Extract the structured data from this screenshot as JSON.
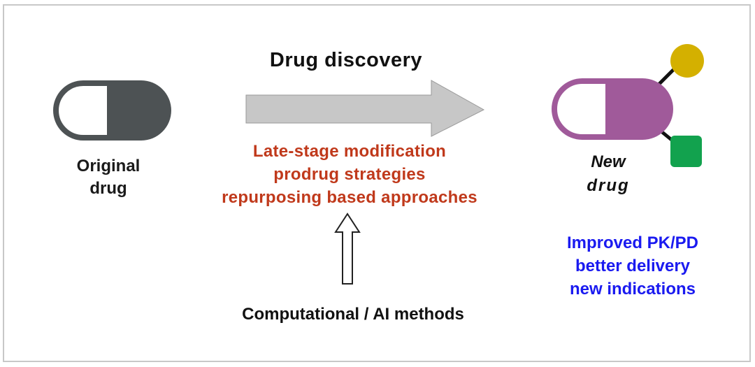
{
  "title": "Drug discovery",
  "original_drug": [
    "Original",
    "drug"
  ],
  "strategies": [
    "Late-stage modification",
    "prodrug strategies",
    "repurposing based approaches"
  ],
  "new_drug": [
    "New",
    "drug"
  ],
  "benefits": [
    "Improved PK/PD",
    "better delivery",
    "new indications"
  ],
  "methods": "Computational / AI methods",
  "colors": {
    "original_capsule": "#4d5254",
    "new_capsule": "#a05a9a",
    "circle_node": "#d4b000",
    "square_node": "#12a24e",
    "main_arrow": "#c7c7c7",
    "strategies_text": "#c0391b",
    "benefits_text": "#1a1af0"
  }
}
